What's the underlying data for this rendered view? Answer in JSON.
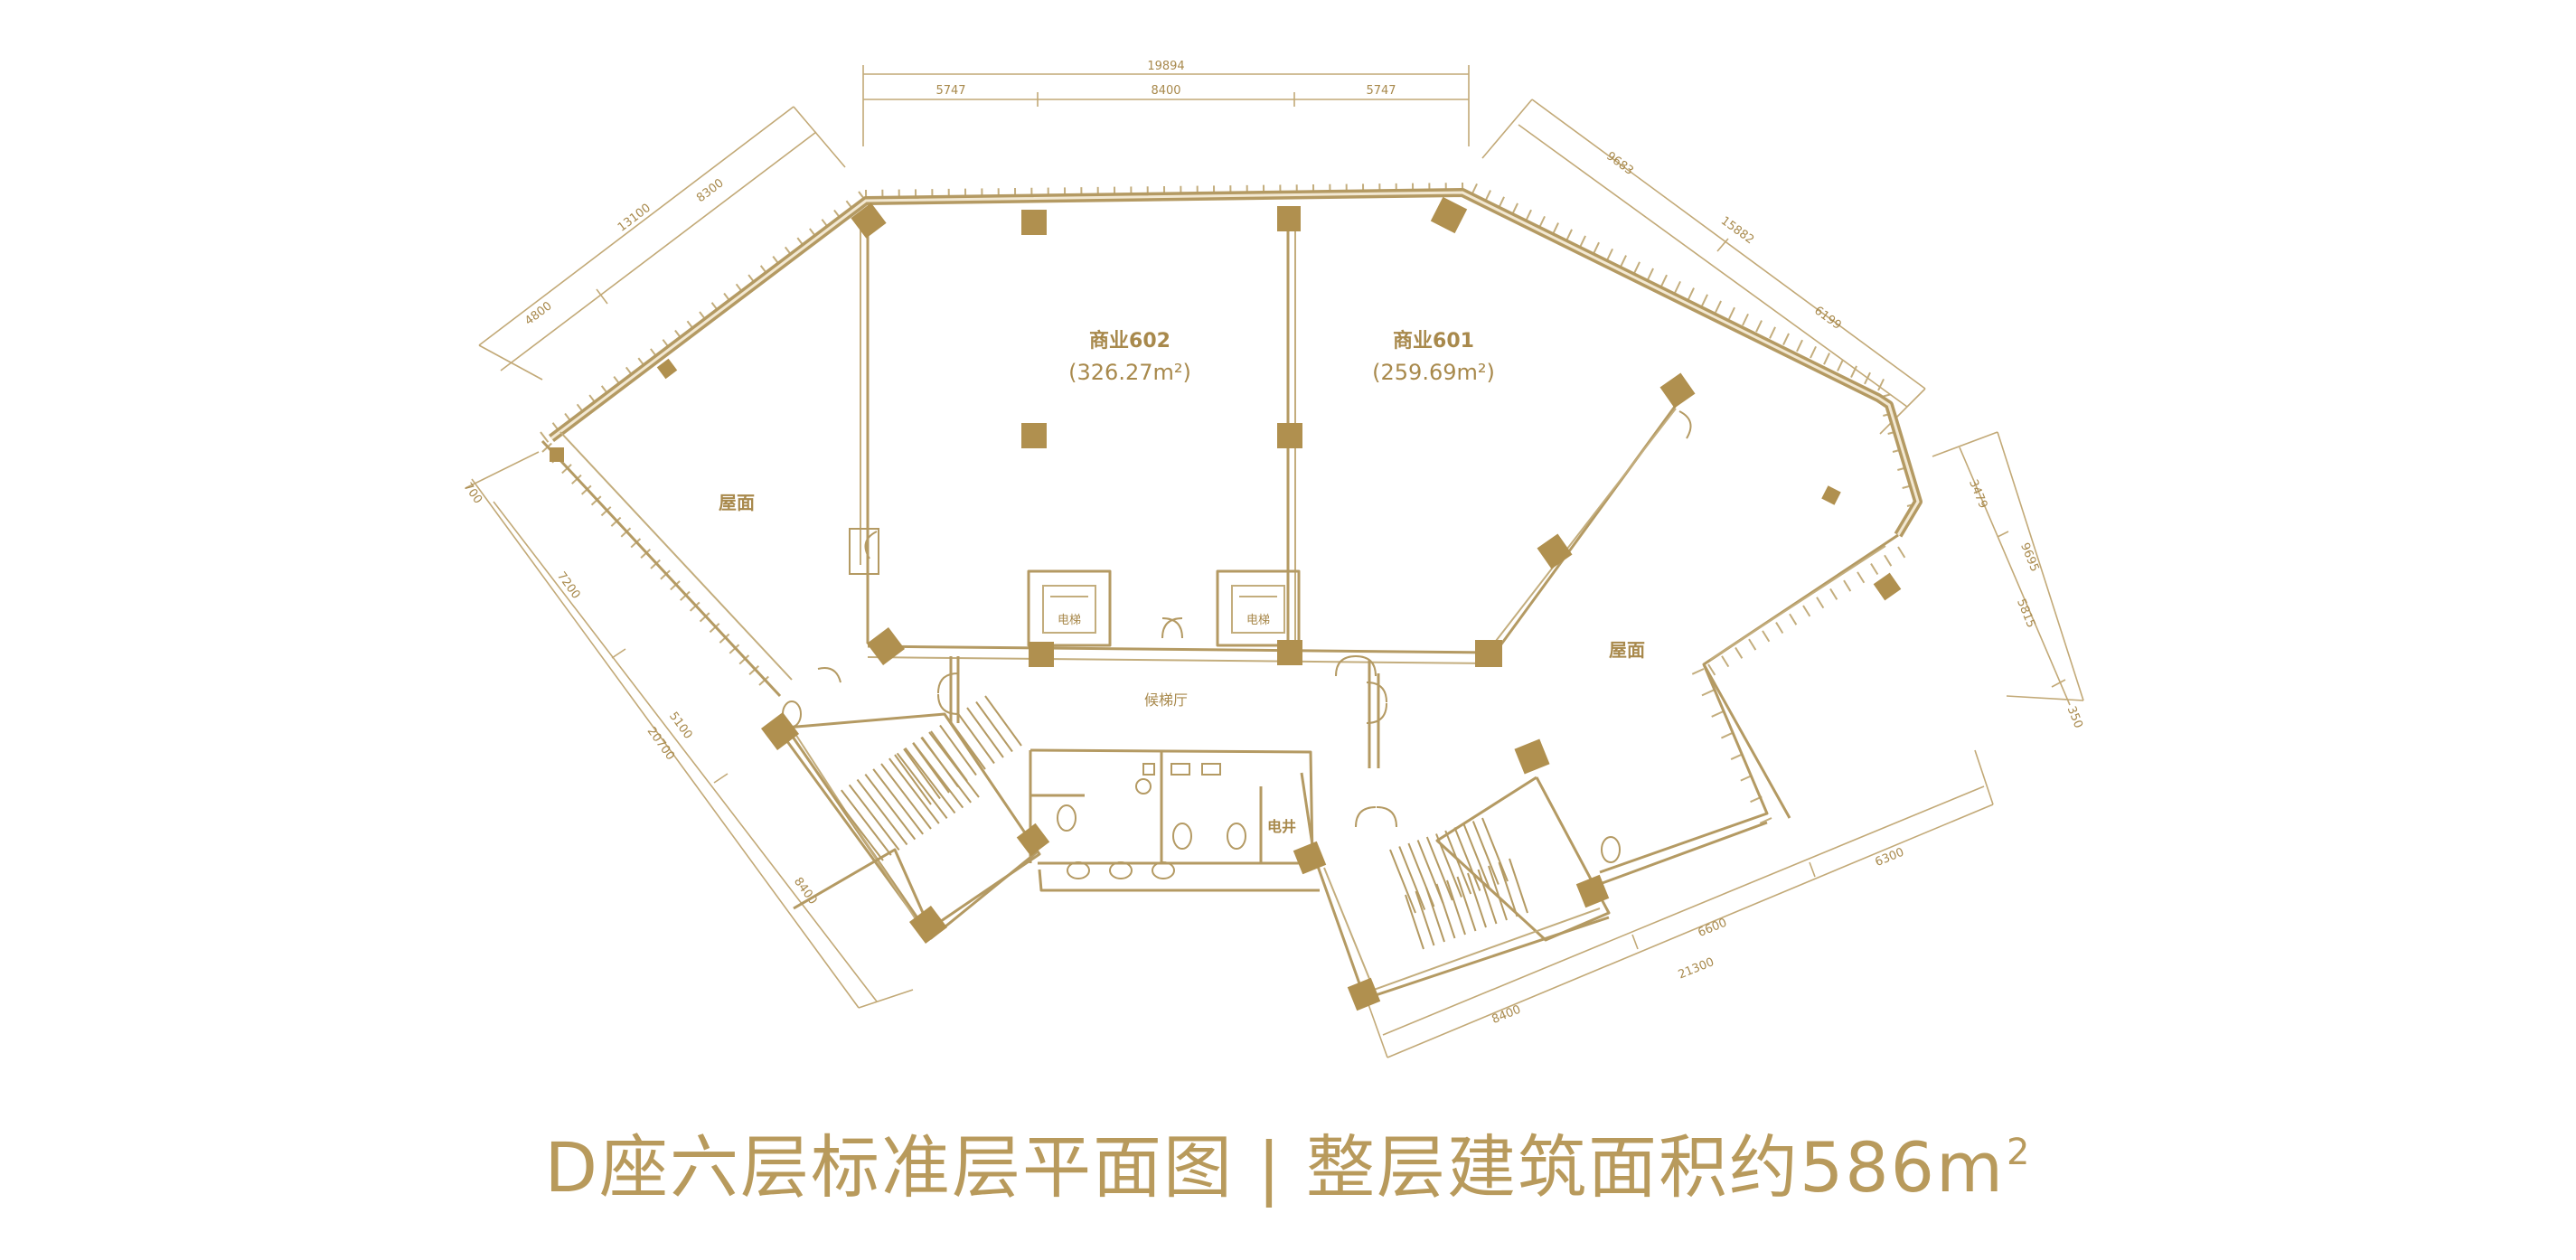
{
  "plan": {
    "rooms": {
      "shop602": {
        "name": "商业602",
        "area": "(326.27m²)"
      },
      "shop601": {
        "name": "商业601",
        "area": "(259.69m²)"
      },
      "roof_left": "屋面",
      "roof_right": "屋面",
      "lobby": "候梯厅",
      "elevator_left": "电梯",
      "elevator_right": "电梯",
      "shaft": "电井"
    },
    "dimensions": {
      "top_total": "19894",
      "top_left": "5747",
      "top_mid": "8400",
      "top_right": "5747",
      "ul_total": "13100",
      "ul_a": "8300",
      "ul_b": "4800",
      "ur_a": "9683",
      "ur_total": "15882",
      "ur_b": "6199",
      "right_a": "3479",
      "right_total": "9695",
      "right_b": "5815",
      "right_c": "350",
      "left_a": "700",
      "left_b": "7200",
      "left_c": "5100",
      "left_total": "20700",
      "left_d": "8400",
      "bottom_a": "6300",
      "bottom_b": "6600",
      "bottom_total": "21300",
      "bottom_c": "8400"
    }
  },
  "caption": {
    "text": "D座六层标准层平面图 | 整层建筑面积约586m",
    "superscript": "2"
  }
}
